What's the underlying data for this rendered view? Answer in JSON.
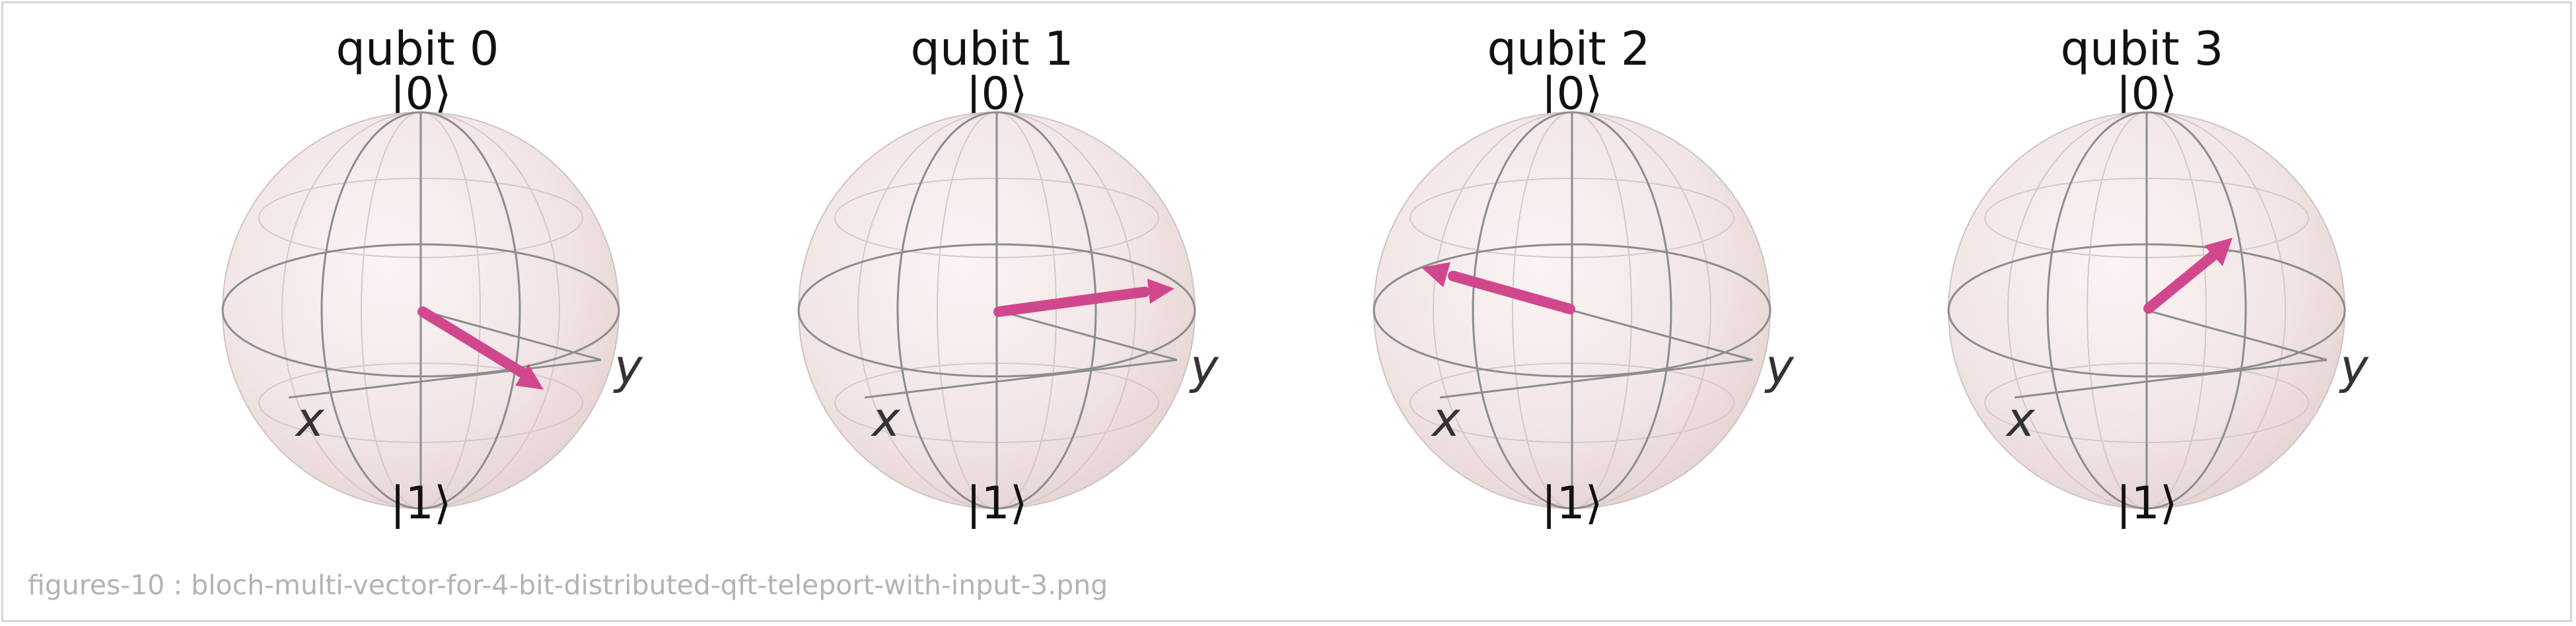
{
  "qubits": [
    {
      "title": "qubit 0",
      "label_top": "|0⟩",
      "label_bottom": "|1⟩",
      "label_x": "x",
      "label_y": "y"
    },
    {
      "title": "qubit 1",
      "label_top": "|0⟩",
      "label_bottom": "|1⟩",
      "label_x": "x",
      "label_y": "y"
    },
    {
      "title": "qubit 2",
      "label_top": "|0⟩",
      "label_bottom": "|1⟩",
      "label_x": "x",
      "label_y": "y"
    },
    {
      "title": "qubit 3",
      "label_top": "|0⟩",
      "label_bottom": "|1⟩",
      "label_x": "x",
      "label_y": "y"
    }
  ],
  "colors": {
    "vector": "#d1478d",
    "sphere_fill": "#f4e8e8",
    "wire": "#8c8c8c",
    "text": "#111111",
    "caption": "#b3b3b3"
  },
  "caption": "figures-10 : bloch-multi-vector-for-4-bit-distributed-qft-teleport-with-input-3.png"
}
